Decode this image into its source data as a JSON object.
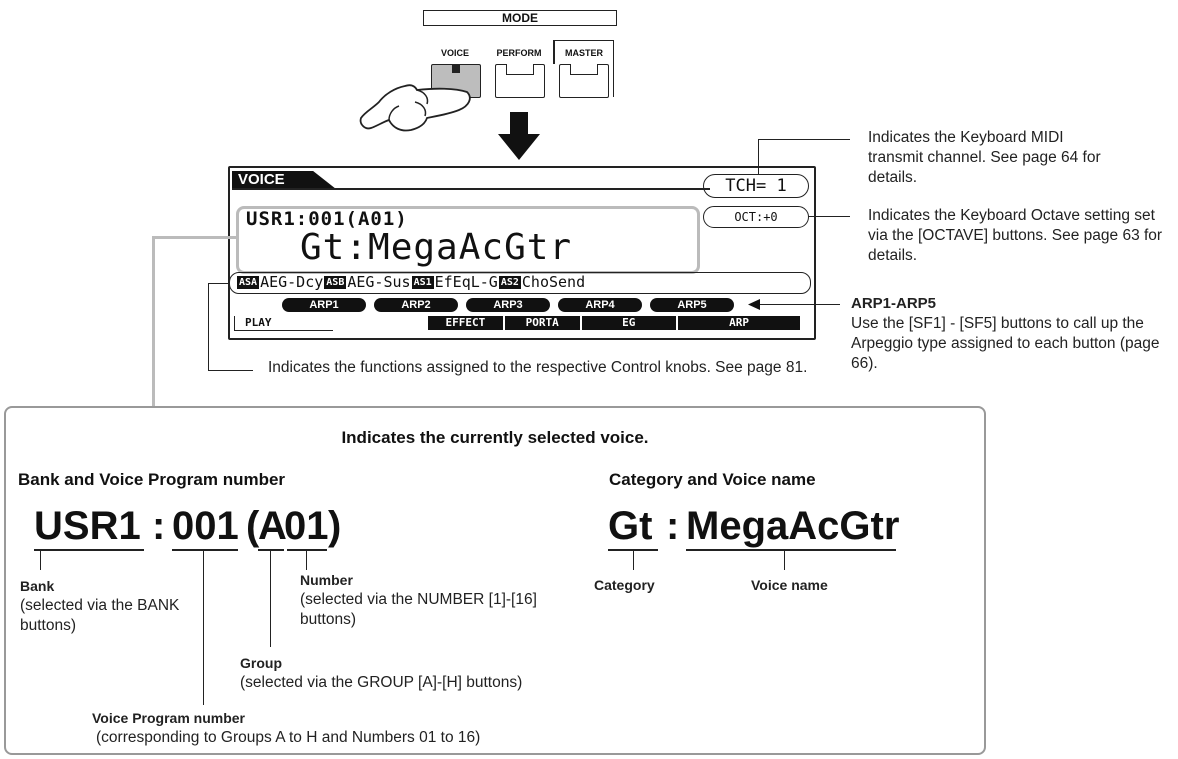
{
  "mode_panel": {
    "title": "MODE",
    "buttons": [
      {
        "label": "VOICE"
      },
      {
        "label": "PERFORM"
      },
      {
        "label": "MASTER"
      }
    ]
  },
  "lcd": {
    "title": "VOICE",
    "tch": "TCH= 1",
    "oct": "OCT:+0",
    "bank_number": "USR1:001(A01)",
    "voice_name": "Gt:MegaAcGtr",
    "knobs": [
      {
        "tag": "ASA",
        "label": "AEG-Dcy"
      },
      {
        "tag": "ASB",
        "label": "AEG-Sus"
      },
      {
        "tag": "AS1",
        "label": "EfEqL-G"
      },
      {
        "tag": "AS2",
        "label": "ChoSend"
      }
    ],
    "arp_buttons": [
      "ARP1",
      "ARP2",
      "ARP3",
      "ARP4",
      "ARP5"
    ],
    "tabs": [
      "PLAY",
      "EFFECT",
      "PORTA",
      "EG",
      "ARP"
    ]
  },
  "annotations": {
    "tch": "Indicates the Keyboard MIDI transmit channel. See page 64 for details.",
    "oct": "Indicates the Keyboard Octave setting set via the [OCTAVE] buttons. See page 63 for details.",
    "arp_title": "ARP1-ARP5",
    "arp_body": "Use the [SF1] - [SF5] buttons to call up the Arpeggio type assigned to each button (page 66).",
    "knobs": "Indicates the functions assigned to the respective Control knobs. See page 81."
  },
  "detail": {
    "heading": "Indicates the currently selected voice.",
    "left_title": "Bank and Voice Program number",
    "right_title": "Category and Voice name",
    "bank": "USR1",
    "sep1": ":",
    "program": "001",
    "paren_open": "(",
    "group": "A",
    "number": "01",
    "paren_close": ")",
    "category": "Gt",
    "sep2": ":",
    "voice_name": "MegaAcGtr",
    "bank_label": "Bank",
    "bank_desc": "(selected via the BANK buttons)",
    "number_label": "Number",
    "number_desc": "(selected via the NUMBER [1]-[16] buttons)",
    "group_label": "Group",
    "group_desc": "(selected via the GROUP [A]-[H] buttons)",
    "program_label": "Voice Program number",
    "program_desc": "(corresponding to Groups A to H and Numbers 01 to 16)",
    "category_label": "Category",
    "voicename_label": "Voice name"
  }
}
